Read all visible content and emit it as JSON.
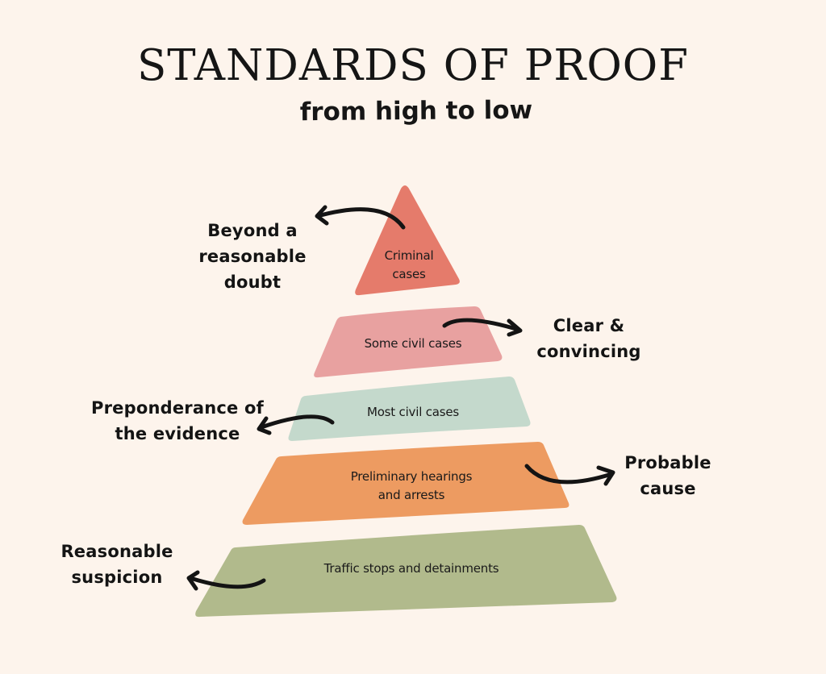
{
  "header": {
    "title": "STANDARDS OF PROOF",
    "subtitle": "from high to low"
  },
  "colors": {
    "background": "#fdf4ec",
    "criminal": "#e57b6b",
    "some_civil": "#e8a1a0",
    "most_civil": "#c4d9cc",
    "preliminary": "#ed9b61",
    "traffic": "#b1ba8c",
    "ink": "#141414"
  },
  "tiers": [
    {
      "level": 1,
      "case_type": "Criminal\ncases",
      "case_type_line1": "Criminal",
      "case_type_line2": "cases",
      "standard": "Beyond a\nreasonable\ndoubt",
      "standard_side": "left"
    },
    {
      "level": 2,
      "case_type": "Some civil cases",
      "standard": "Clear &\nconvincing",
      "standard_side": "right"
    },
    {
      "level": 3,
      "case_type": "Most civil cases",
      "standard": "Preponderance of\nthe evidence",
      "standard_side": "left"
    },
    {
      "level": 4,
      "case_type": "Preliminary hearings\nand arrests",
      "case_type_line1": "Preliminary hearings",
      "case_type_line2": "and arrests",
      "standard": "Probable\ncause",
      "standard_side": "right"
    },
    {
      "level": 5,
      "case_type": "Traffic stops and detainments",
      "standard": "Reasonable\nsuspicion",
      "standard_side": "left"
    }
  ],
  "icons": {
    "arrow": "curved-arrow"
  }
}
